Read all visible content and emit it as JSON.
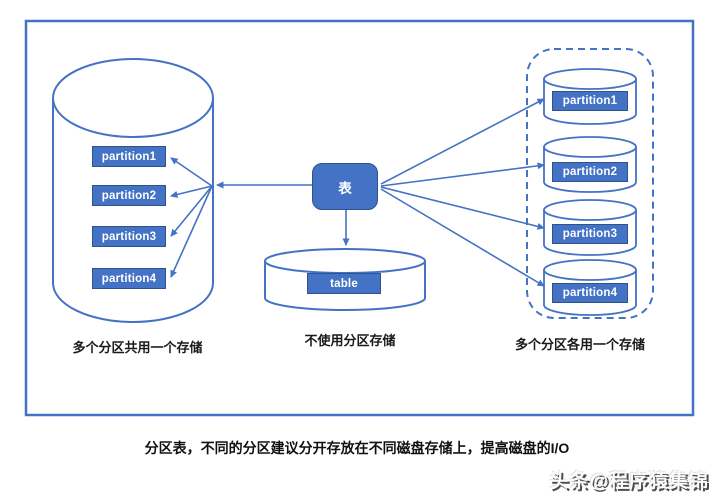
{
  "diagram": {
    "left_group": {
      "partitions": [
        "partition1",
        "partition2",
        "partition3",
        "partition4"
      ],
      "caption": "多个分区共用一个存储"
    },
    "center_group": {
      "table_node_label": "表",
      "storage_box_label": "table",
      "caption": "不使用分区存储"
    },
    "right_group": {
      "partitions": [
        "partition1",
        "partition2",
        "partition3",
        "partition4"
      ],
      "caption": "多个分区各用一个存储"
    },
    "footer_caption": "分区表，不同的分区建议分开存放在不同磁盘存储上，提高磁盘的I/O",
    "watermark": "头条@程序猿集锦",
    "colors": {
      "primary_blue": "#4472C4",
      "shape_border": "#2F528F",
      "text_on_blue": "#FFFFFF",
      "caption_text": "#1A1A1A"
    }
  }
}
